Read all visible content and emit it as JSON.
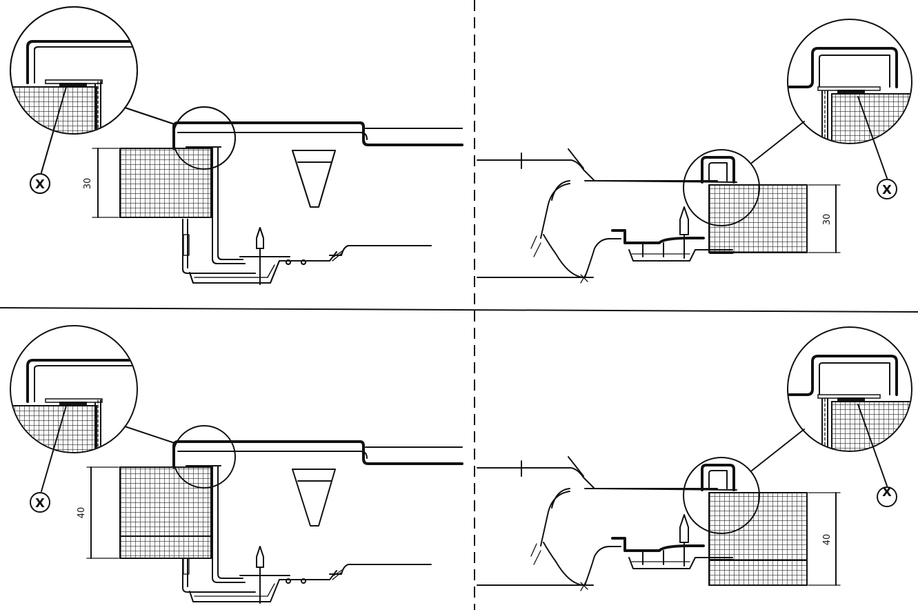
{
  "panels": [
    {
      "id": "top-left",
      "dimension": "30",
      "marker": "X"
    },
    {
      "id": "top-right",
      "dimension": "30",
      "marker": "X"
    },
    {
      "id": "bottom-left",
      "dimension": "40",
      "marker": "X"
    },
    {
      "id": "bottom-right",
      "dimension": "40",
      "marker": "X"
    }
  ]
}
